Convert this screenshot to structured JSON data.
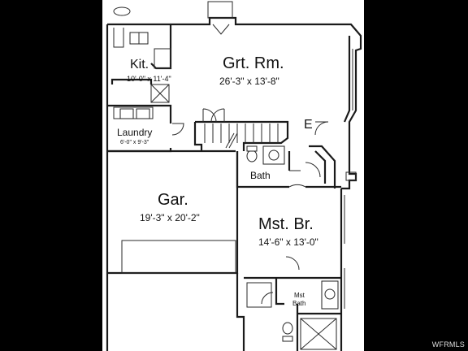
{
  "rooms": {
    "kitchen": {
      "name": "Kit.",
      "dims": "10'-0\" x 11'-4\""
    },
    "great_room": {
      "name": "Grt. Rm.",
      "dims": "26'-3\" x 13'-8\""
    },
    "laundry": {
      "name": "Laundry",
      "dims": "6'-0\" x 9'-3\""
    },
    "entry": {
      "name": "E"
    },
    "bath": {
      "name": "Bath"
    },
    "garage": {
      "name": "Gar.",
      "dims": "19'-3\" x 20'-2\""
    },
    "master_bedroom": {
      "name": "Mst. Br.",
      "dims": "14'-6\" x 13'-0\""
    },
    "master_bath": {
      "name_line1": "Mst",
      "name_line2": "Bath"
    }
  },
  "watermark": "WFRMLS",
  "colors": {
    "background": "#000000",
    "paper": "#ffffff",
    "lines": "#1a1a1a"
  }
}
